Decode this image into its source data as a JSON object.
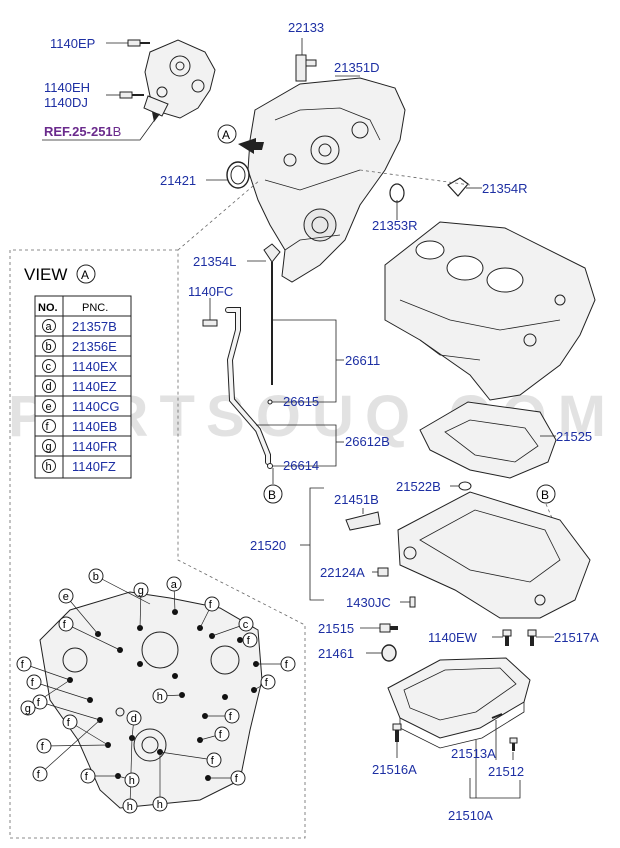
{
  "diagram": {
    "labels": {
      "p1140EP": "1140EP",
      "p1140EH": "1140EH",
      "p1140DJ": "1140DJ",
      "ref_prefix": "REF.25-251",
      "ref_suffix": "B",
      "p22133": "22133",
      "p21351D": "21351D",
      "callout_A": "A",
      "p21421": "21421",
      "p21354R": "21354R",
      "p21353R": "21353R",
      "p21354L": "21354L",
      "p1140FC": "1140FC",
      "p26611": "26611",
      "p26615": "26615",
      "p26612B": "26612B",
      "p26614": "26614",
      "callout_B_left": "B",
      "p21525": "21525",
      "p21522B": "21522B",
      "callout_B_right": "B",
      "p21451B": "21451B",
      "p21520": "21520",
      "p22124A": "22124A",
      "p1430JC": "1430JC",
      "p21515": "21515",
      "p1140EW": "1140EW",
      "p21517A": "21517A",
      "p21461": "21461",
      "p21516A": "21516A",
      "p21513A": "21513A",
      "p21512": "21512",
      "p21510A": "21510A"
    },
    "view": {
      "title": "VIEW",
      "letter": "A",
      "col_no": "NO.",
      "col_pnc": "PNC.",
      "rows": [
        {
          "no": "a",
          "pnc": "21357B"
        },
        {
          "no": "b",
          "pnc": "21356E"
        },
        {
          "no": "c",
          "pnc": "1140EX"
        },
        {
          "no": "d",
          "pnc": "1140EZ"
        },
        {
          "no": "e",
          "pnc": "1140CG"
        },
        {
          "no": "f",
          "pnc": "1140EB"
        },
        {
          "no": "g",
          "pnc": "1140FR"
        },
        {
          "no": "h",
          "pnc": "1140FZ"
        }
      ]
    },
    "bolt_letters": {
      "b": "b",
      "a": "a",
      "g": "g",
      "e": "e",
      "c": "c",
      "h": "h",
      "d": "d",
      "f": "f"
    },
    "watermark": "PARTSOUQ.COM"
  },
  "colors": {
    "part_number": "#1d2fa3",
    "reference": "#6a2a8c",
    "line": "#222222"
  }
}
